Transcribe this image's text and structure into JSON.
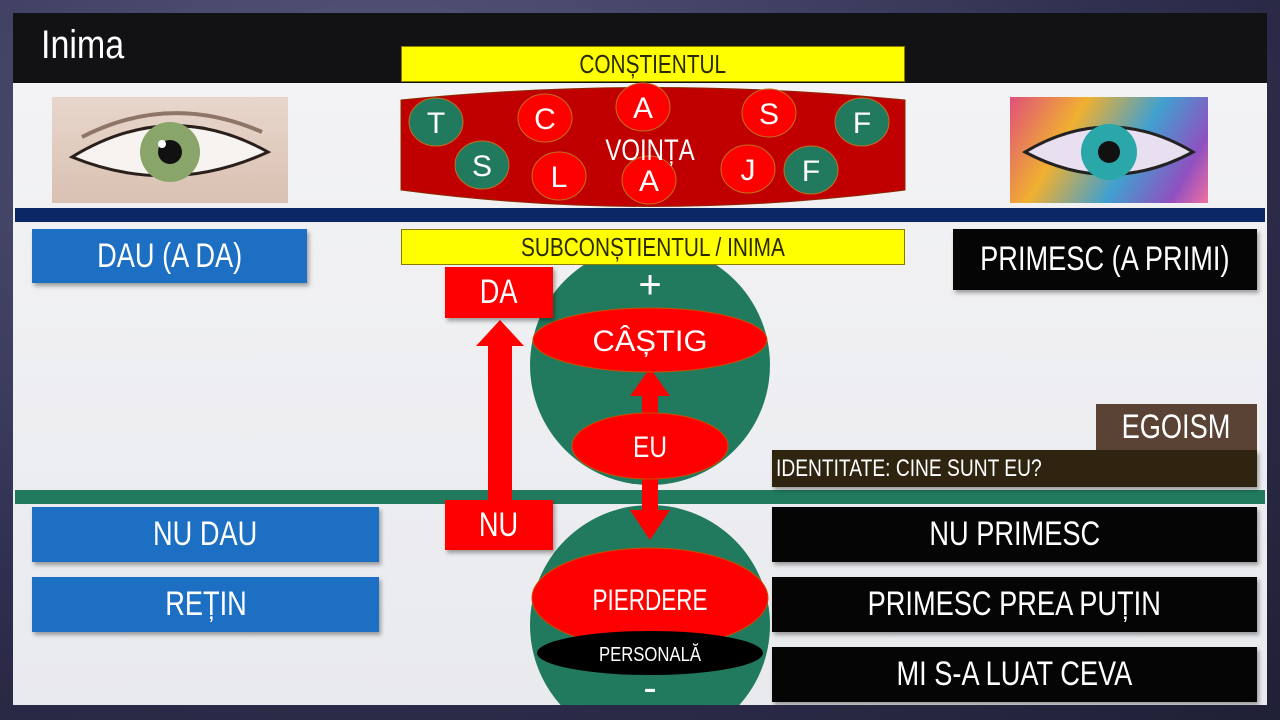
{
  "title": "Inima",
  "constient": {
    "label": "CONȘTIENTUL",
    "center_label": "VOINȚA",
    "circles": [
      {
        "letter": "T",
        "color": "green"
      },
      {
        "letter": "C",
        "color": "red"
      },
      {
        "letter": "A",
        "color": "red"
      },
      {
        "letter": "S",
        "color": "red"
      },
      {
        "letter": "F",
        "color": "green"
      },
      {
        "letter": "S",
        "color": "green"
      },
      {
        "letter": "L",
        "color": "red"
      },
      {
        "letter": "A",
        "color": "red"
      },
      {
        "letter": "J",
        "color": "red"
      },
      {
        "letter": "F",
        "color": "green"
      }
    ]
  },
  "subconstient": {
    "label": "SUBCONȘTIENTUL / INIMA"
  },
  "left": {
    "give": "DAU (A DA)",
    "not_give": "NU DAU",
    "retain": "REȚIN"
  },
  "right": {
    "receive": "PRIMESC (A PRIMI)",
    "egoism": "EGOISM",
    "identity": "IDENTITATE: CINE SUNT EU?",
    "not_receive": "NU PRIMESC",
    "too_little": "PRIMESC PREA PUȚIN",
    "taken": "MI S-A LUAT CEVA"
  },
  "diagram": {
    "da": "DA",
    "nu": "NU",
    "plus": "+",
    "minus": "-",
    "gain": "CÂȘTIG",
    "self": "EU",
    "loss": "PIERDERE",
    "personal": "PERSONALĂ"
  },
  "colors": {
    "red": "#ff0000",
    "dark_red": "#c00000",
    "green": "#217a5e",
    "blue": "#1c6fc2",
    "navy": "#0c2766",
    "yellow": "#ffff00"
  }
}
